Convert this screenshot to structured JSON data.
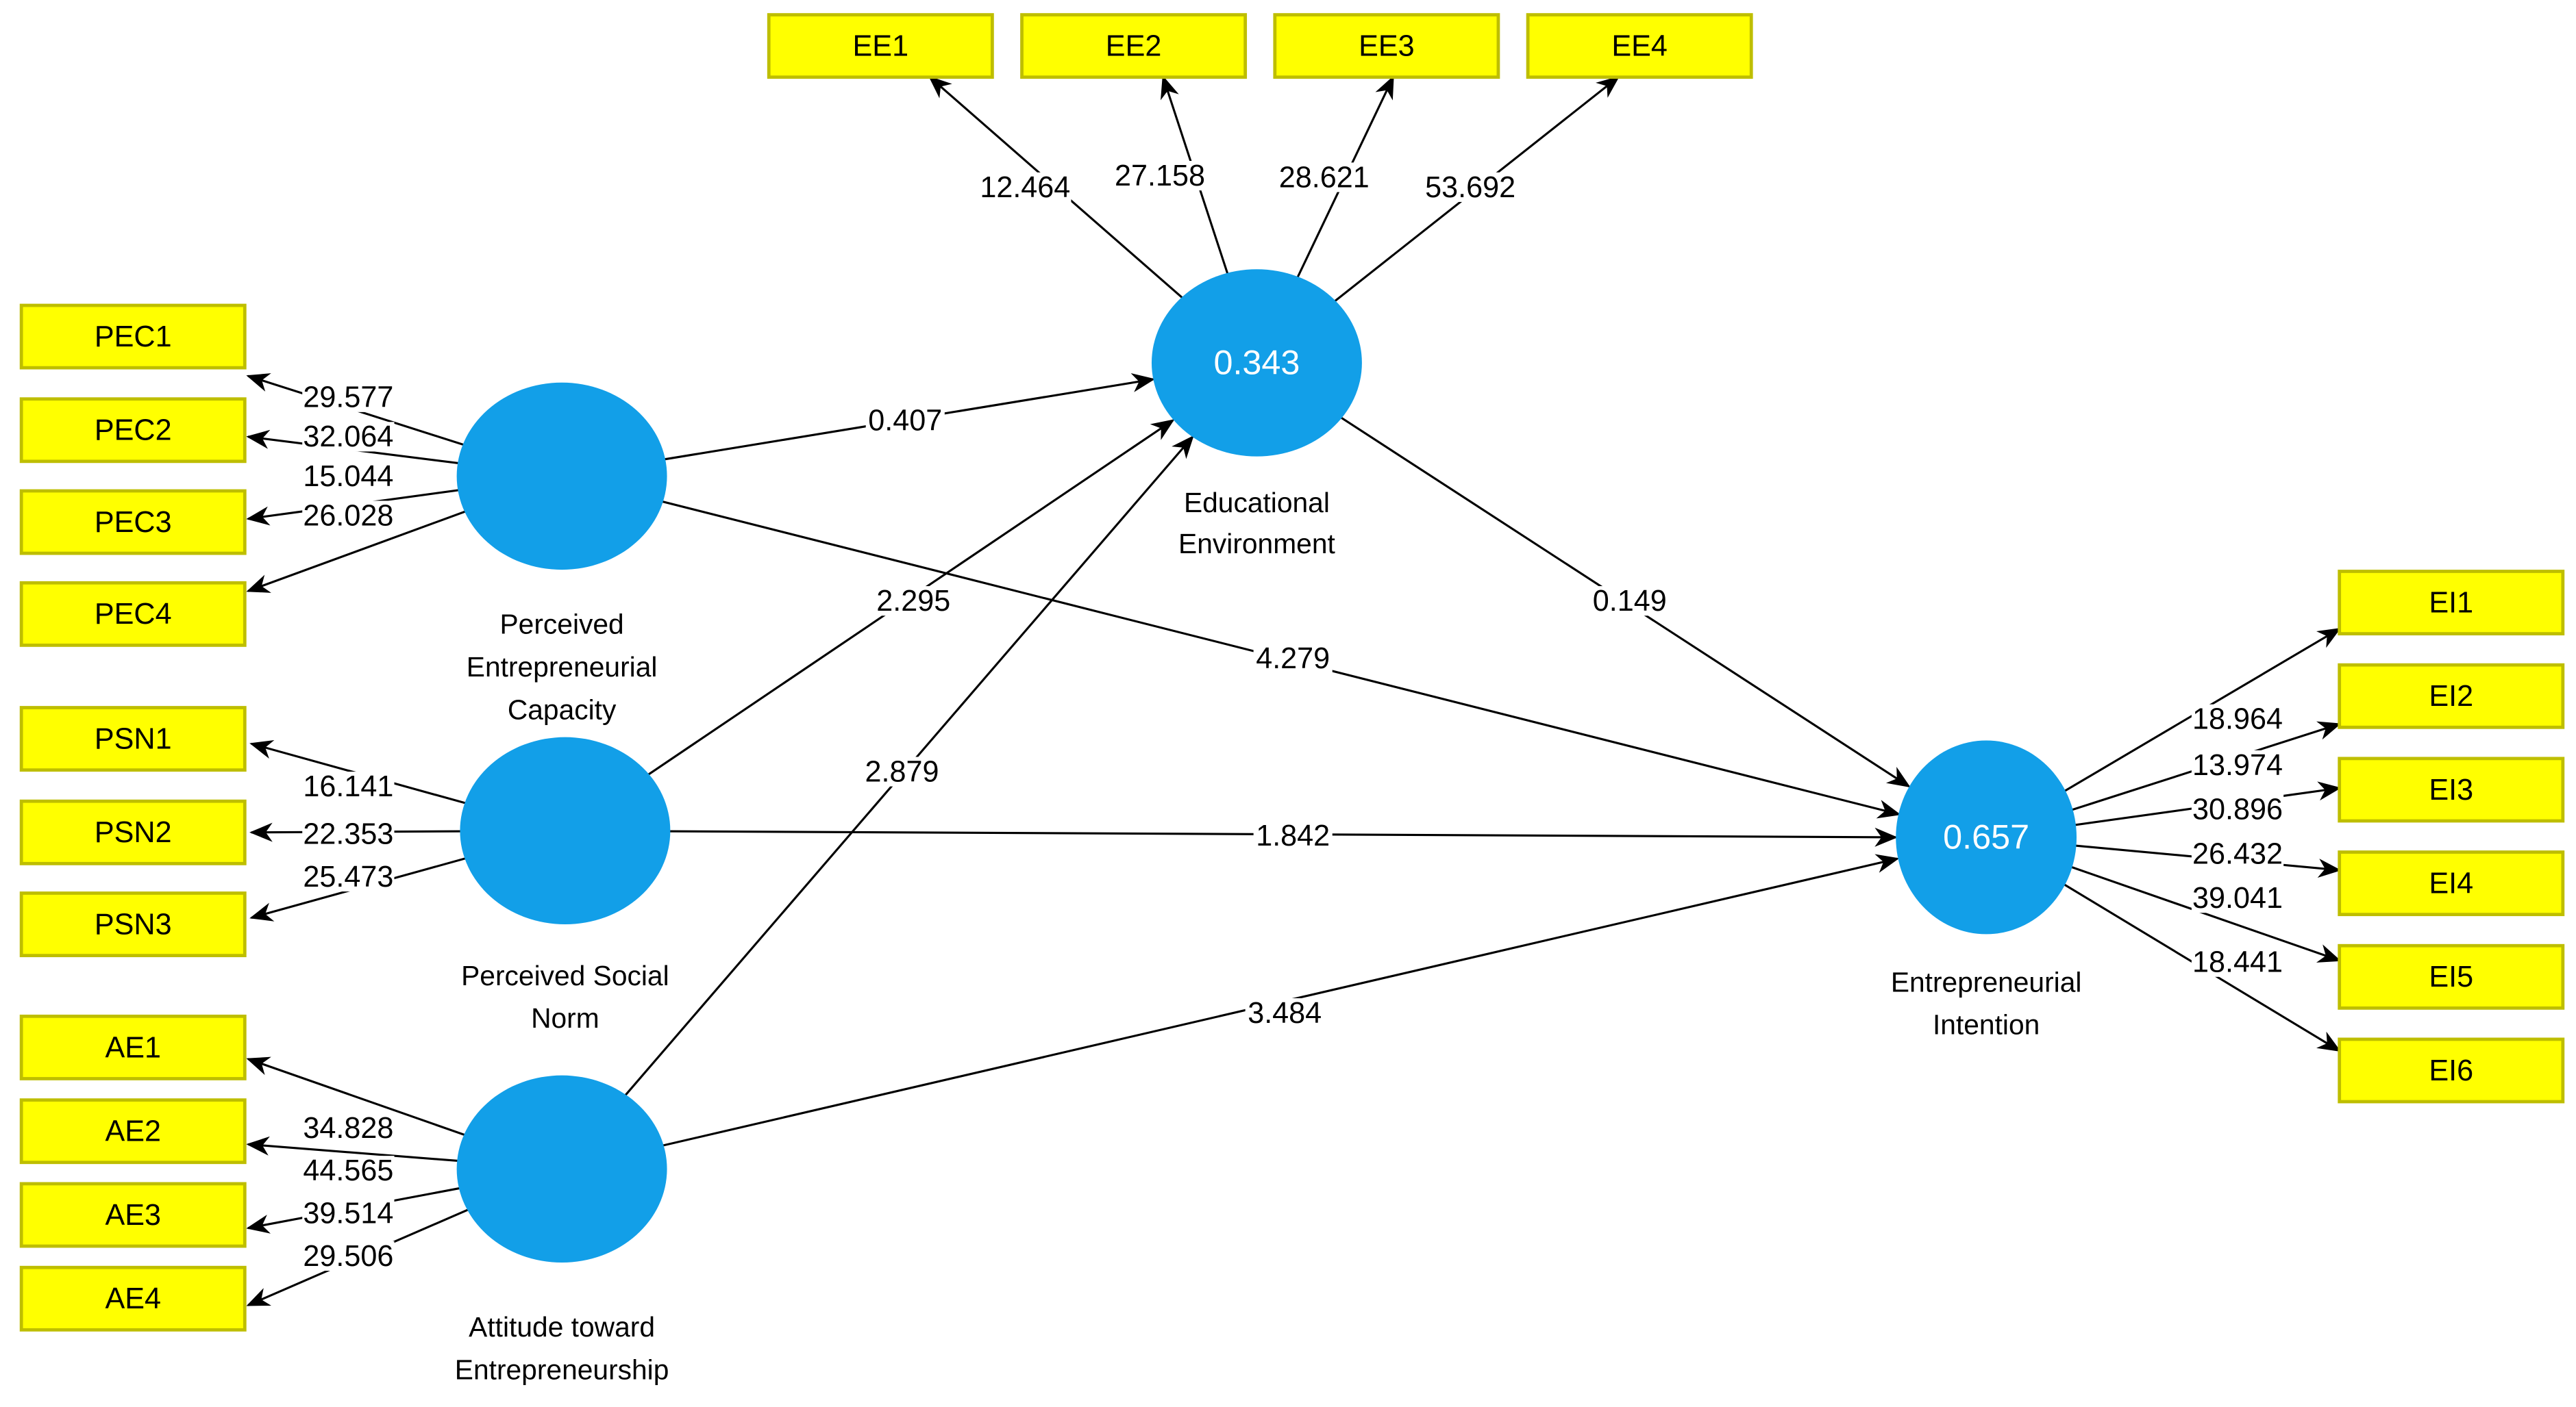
{
  "diagram": {
    "type": "PLS-SEM path model",
    "colors": {
      "indicator_fill": "#FFFF00",
      "indicator_border": "#BEBE00",
      "construct_fill": "#129FE8",
      "line": "#000000",
      "value_text": "#FFFFFF",
      "label_text": "#000000",
      "background": "#FFFFFF"
    },
    "constructs": [
      {
        "id": "PEC",
        "label_lines": [
          "Perceived",
          "Entrepreneurial",
          "Capacity"
        ],
        "value": ""
      },
      {
        "id": "PSN",
        "label_lines": [
          "Perceived Social",
          "Norm"
        ],
        "value": ""
      },
      {
        "id": "AE",
        "label_lines": [
          "Attitude toward",
          "Entrepreneurship"
        ],
        "value": ""
      },
      {
        "id": "EE",
        "label_lines": [
          "Educational",
          "Environment"
        ],
        "value": "0.343"
      },
      {
        "id": "EI",
        "label_lines": [
          "Entrepreneurial",
          "Intention"
        ],
        "value": "0.657"
      }
    ],
    "indicators": [
      {
        "construct": "EE",
        "label": "EE1",
        "loading": "12.464"
      },
      {
        "construct": "EE",
        "label": "EE2",
        "loading": "27.158"
      },
      {
        "construct": "EE",
        "label": "EE3",
        "loading": "28.621"
      },
      {
        "construct": "EE",
        "label": "EE4",
        "loading": "53.692"
      },
      {
        "construct": "PEC",
        "label": "PEC1",
        "loading": "29.577"
      },
      {
        "construct": "PEC",
        "label": "PEC2",
        "loading": "32.064"
      },
      {
        "construct": "PEC",
        "label": "PEC3",
        "loading": "15.044"
      },
      {
        "construct": "PEC",
        "label": "PEC4",
        "loading": "26.028"
      },
      {
        "construct": "PSN",
        "label": "PSN1",
        "loading": "16.141"
      },
      {
        "construct": "PSN",
        "label": "PSN2",
        "loading": "22.353"
      },
      {
        "construct": "PSN",
        "label": "PSN3",
        "loading": "25.473"
      },
      {
        "construct": "AE",
        "label": "AE1",
        "loading": "34.828"
      },
      {
        "construct": "AE",
        "label": "AE2",
        "loading": "44.565"
      },
      {
        "construct": "AE",
        "label": "AE3",
        "loading": "39.514"
      },
      {
        "construct": "AE",
        "label": "AE4",
        "loading": "29.506"
      },
      {
        "construct": "EI",
        "label": "EI1",
        "loading": "18.964"
      },
      {
        "construct": "EI",
        "label": "EI2",
        "loading": "13.974"
      },
      {
        "construct": "EI",
        "label": "EI3",
        "loading": "30.896"
      },
      {
        "construct": "EI",
        "label": "EI4",
        "loading": "26.432"
      },
      {
        "construct": "EI",
        "label": "EI5",
        "loading": "39.041"
      },
      {
        "construct": "EI",
        "label": "EI6",
        "loading": "18.441"
      }
    ],
    "paths": [
      {
        "from": "PEC",
        "to": "EE",
        "value": "0.407"
      },
      {
        "from": "PSN",
        "to": "EE",
        "value": "2.295"
      },
      {
        "from": "AE",
        "to": "EE",
        "value": "2.879"
      },
      {
        "from": "EE",
        "to": "EI",
        "value": "0.149"
      },
      {
        "from": "PEC",
        "to": "EI",
        "value": "4.279"
      },
      {
        "from": "PSN",
        "to": "EI",
        "value": "1.842"
      },
      {
        "from": "AE",
        "to": "EI",
        "value": "3.484"
      }
    ]
  }
}
